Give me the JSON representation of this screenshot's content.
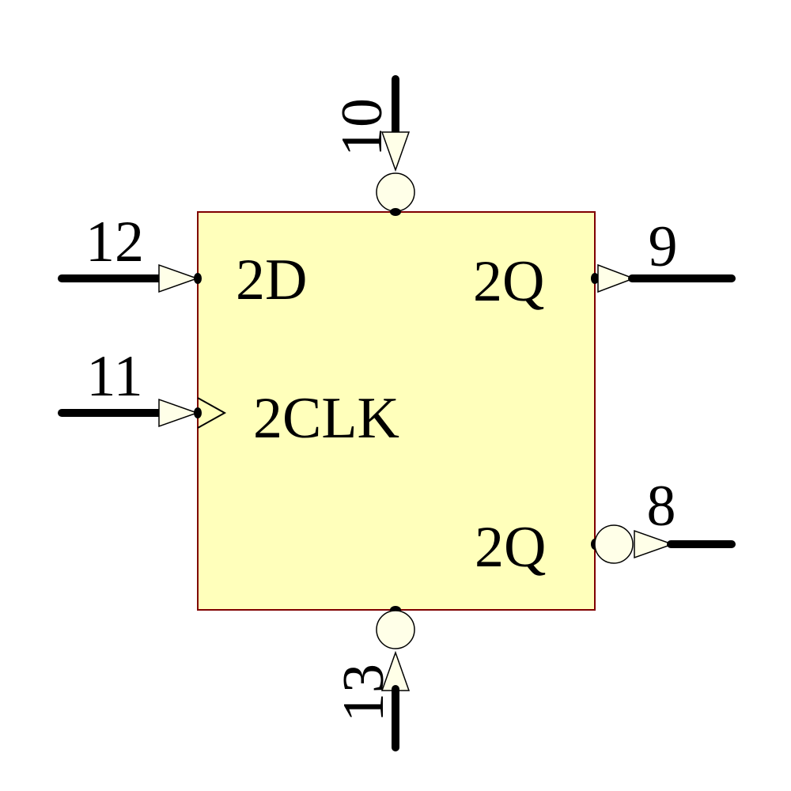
{
  "diagram": {
    "kind": "d-flipflop-schematic-symbol",
    "colors": {
      "body_fill": "#FFFFBB",
      "body_border": "#800000",
      "pin_shape_fill": "#FFFFE8",
      "wire": "#000000",
      "text": "#000000",
      "background": "#FFFFFF"
    },
    "body_labels": {
      "data_input": "2D",
      "clock_input": "2CLK",
      "q_output": "2Q",
      "q_inverted_output": "2Q"
    },
    "pin_numbers": {
      "data_input": "12",
      "clock_input": "11",
      "top_inverted_input": "10",
      "bottom_inverted_input": "13",
      "q_output": "9",
      "q_inverted_output": "8"
    }
  }
}
